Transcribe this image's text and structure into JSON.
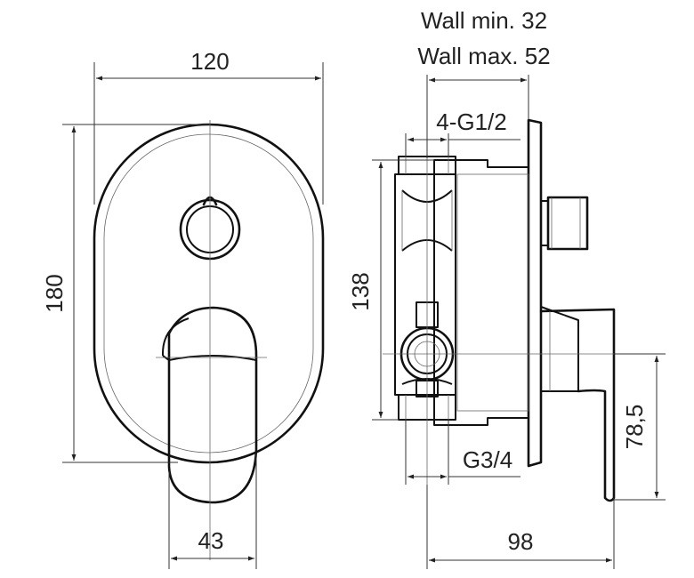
{
  "front_view": {
    "width_label": "120",
    "height_label": "180",
    "handle_width_label": "43"
  },
  "side_view": {
    "wall_min_label": "Wall min. 32",
    "wall_max_label": "Wall max. 52",
    "thread_top_label": "4-G1/2",
    "body_height_label": "138",
    "thread_bottom_label": "G3/4",
    "depth_label": "98",
    "handle_offset_label": "78,5"
  }
}
